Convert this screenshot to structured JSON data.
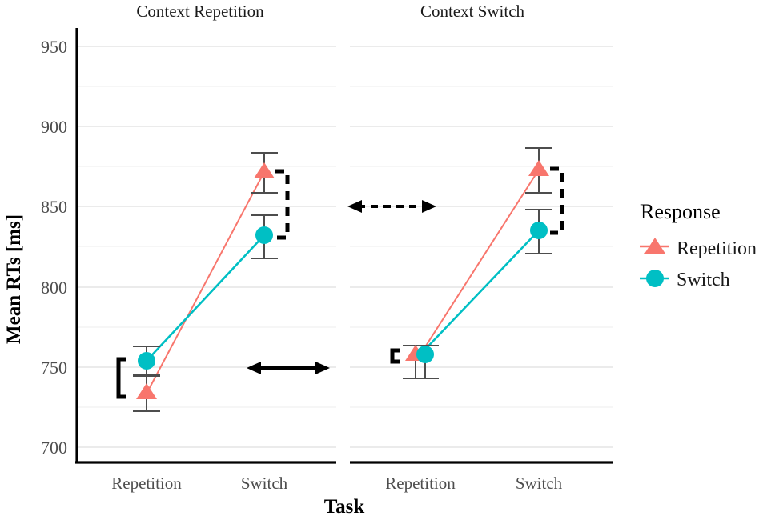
{
  "chart_data": {
    "type": "line",
    "title": "",
    "xlabel": "Task",
    "ylabel": "Mean RTs [ms]",
    "ylim": [
      688,
      963
    ],
    "yticks": [
      700,
      750,
      800,
      850,
      900,
      950
    ],
    "ytick_labels": [
      "700",
      "750",
      "800",
      "850",
      "900",
      "950"
    ],
    "grid": true,
    "grid_minor": true,
    "legend_title": "Response",
    "legend_position": "right",
    "facet_labels": [
      "Context Repetition",
      "Context Switch"
    ],
    "categories": [
      "Repetition",
      "Switch"
    ],
    "panels": [
      {
        "facet": "Context Repetition",
        "series": [
          {
            "name": "Repetition",
            "marker": "triangle",
            "color": "#F8766D",
            "categories": [
              "Repetition",
              "Switch"
            ],
            "values": [
              733,
              871
            ],
            "err_low": [
              722,
              858
            ],
            "err_high": [
              744,
              883
            ]
          },
          {
            "name": "Switch",
            "marker": "circle",
            "color": "#00BFC4",
            "categories": [
              "Repetition",
              "Switch"
            ],
            "values": [
              754,
              832
            ],
            "err_low": [
              745,
              818
            ],
            "err_high": [
              763,
              845
            ]
          }
        ]
      },
      {
        "facet": "Context Switch",
        "series": [
          {
            "name": "Repetition",
            "marker": "triangle",
            "color": "#F8766D",
            "categories": [
              "Repetition",
              "Switch"
            ],
            "values": [
              758,
              873
            ],
            "err_low": [
              748,
              858
            ],
            "err_high": [
              769,
              886
            ]
          },
          {
            "name": "Switch",
            "marker": "circle",
            "color": "#00BFC4",
            "categories": [
              "Repetition",
              "Switch"
            ],
            "values": [
              758,
              836
            ],
            "err_low": [
              747,
              822
            ],
            "err_high": [
              769,
              849
            ]
          }
        ]
      }
    ],
    "annotations": [
      {
        "kind": "bracket-solid",
        "panel": "Context Repetition",
        "at": "Repetition"
      },
      {
        "kind": "bracket-dashed",
        "panel": "Context Repetition",
        "at": "Switch"
      },
      {
        "kind": "arrow-solid-double",
        "panel": "Context Repetition"
      },
      {
        "kind": "bracket-solid-small",
        "panel": "Context Switch",
        "at": "Repetition"
      },
      {
        "kind": "bracket-dashed",
        "panel": "Context Switch",
        "at": "Switch"
      },
      {
        "kind": "arrow-dashed-double",
        "panel": "Context Switch"
      }
    ]
  },
  "axes": {
    "y_title": "Mean RTs [ms]",
    "x_title": "Task",
    "y_tick_labels": [
      "950",
      "900",
      "850",
      "800",
      "750",
      "700"
    ],
    "x_tick_labels_panel1": [
      "Repetition",
      "Switch"
    ],
    "x_tick_labels_panel2": [
      "Repetition",
      "Switch"
    ]
  },
  "panel_titles": {
    "left": "Context Repetition",
    "right": "Context Switch"
  },
  "legend": {
    "title": "Response",
    "items": [
      {
        "label": "Repetition",
        "color": "#F8766D",
        "marker": "triangle-icon"
      },
      {
        "label": "Switch",
        "color": "#00BFC4",
        "marker": "circle-icon"
      }
    ]
  },
  "colors": {
    "repetition": "#F8766D",
    "switch": "#00BFC4",
    "axis": "#000000",
    "grid": "#EBEBEB",
    "errorbar": "#4d4d4d",
    "tick_text": "#4d4d4d",
    "background": "#FFFFFF"
  }
}
